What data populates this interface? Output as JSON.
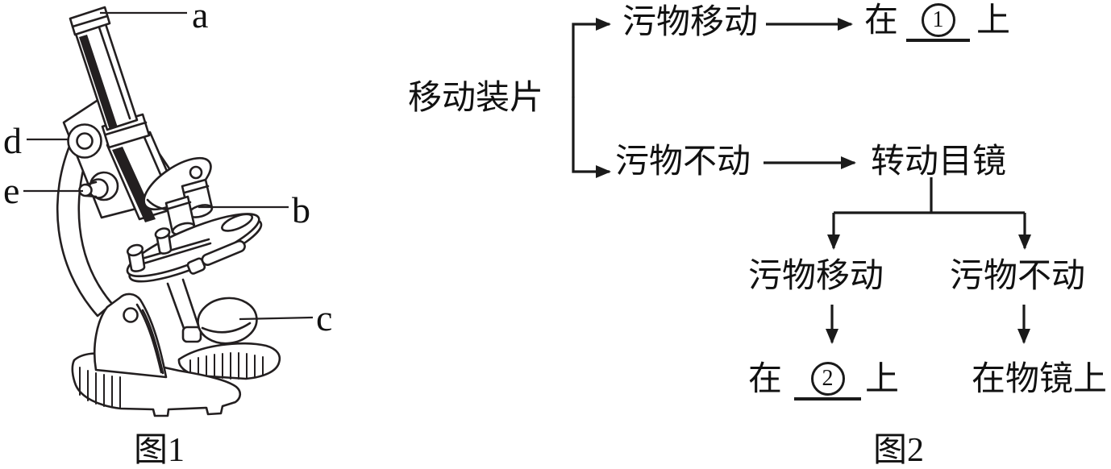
{
  "colors": {
    "ink": "#231f20",
    "line": "#1a1a1a"
  },
  "figure1": {
    "caption": "图1",
    "labels": {
      "a": "a",
      "b": "b",
      "c": "c",
      "d": "d",
      "e": "e"
    }
  },
  "figure2": {
    "caption": "图2",
    "root_label": "移动装片",
    "branch_move": {
      "label": "污物移动",
      "result_prefix": "在",
      "blank_number": "1",
      "result_suffix": "上"
    },
    "branch_still": {
      "label": "污物不动",
      "action": "转动目镜",
      "sub_move": {
        "label": "污物移动",
        "result_prefix": "在",
        "blank_number": "2",
        "result_suffix": "上"
      },
      "sub_still": {
        "label": "污物不动",
        "result": "在物镜上"
      }
    }
  }
}
